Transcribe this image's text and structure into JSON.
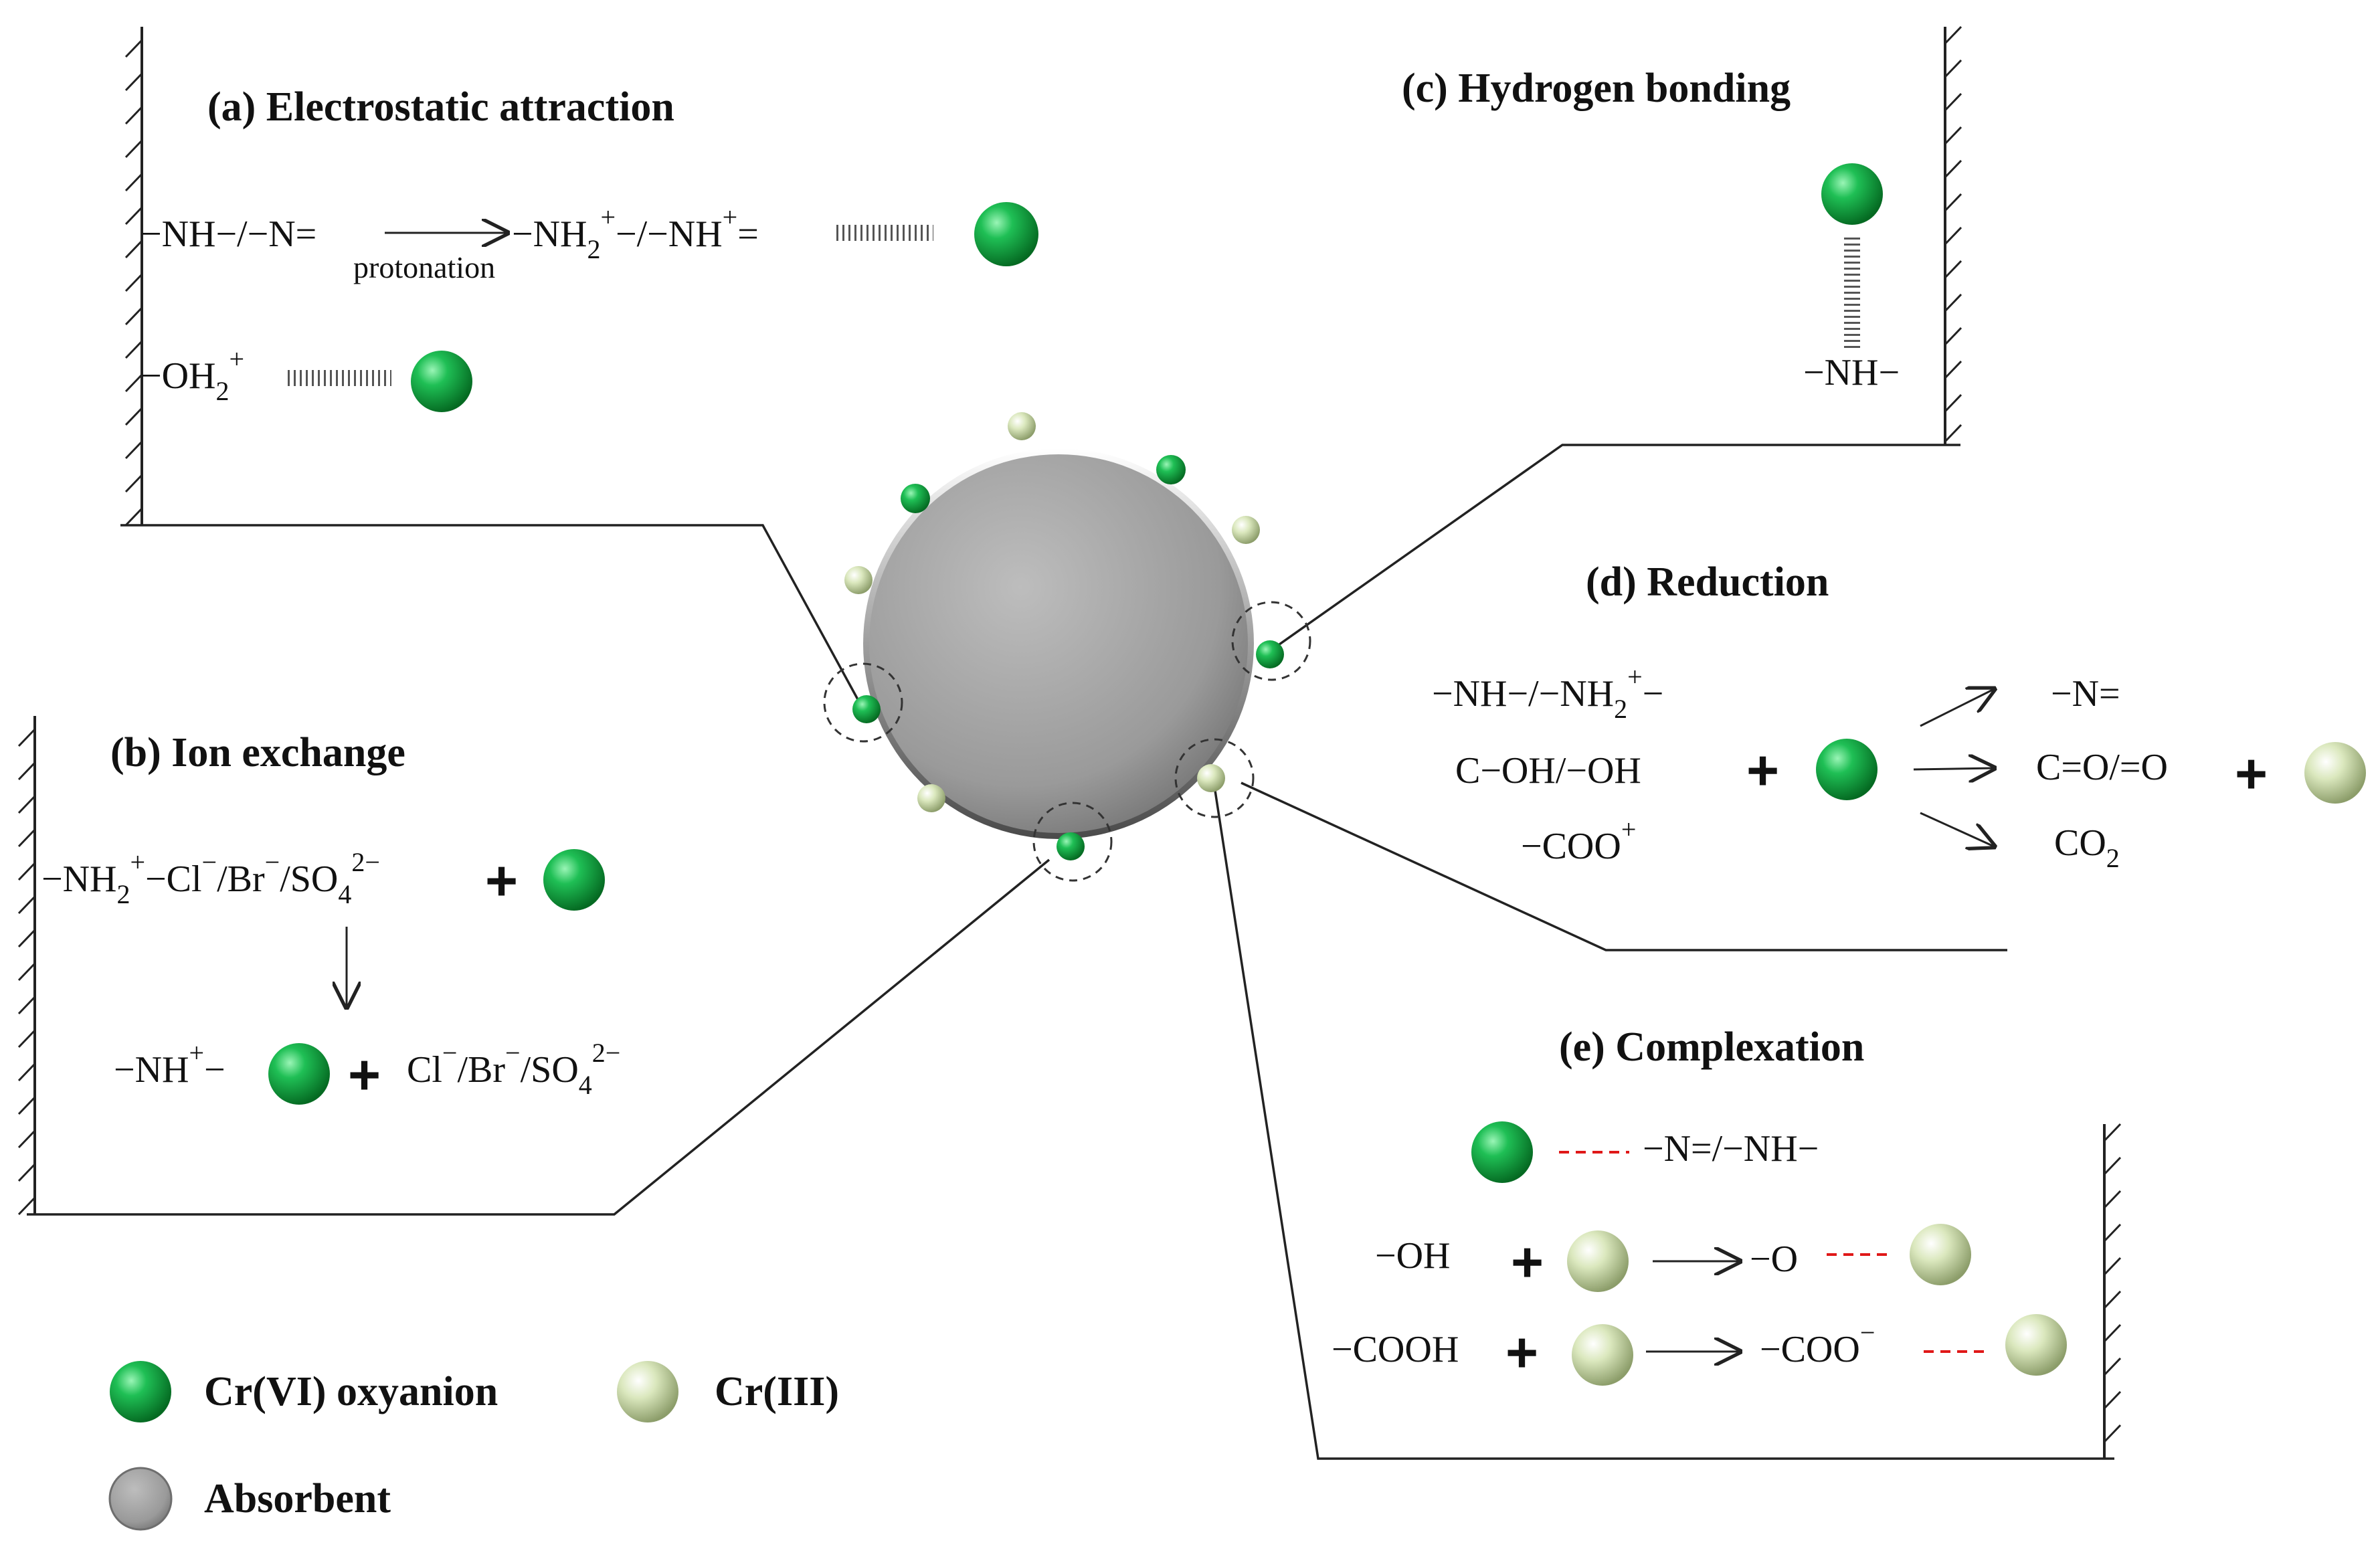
{
  "colors": {
    "cr6": "#0a9a3a",
    "cr3": "#c8d9a2",
    "absorbent": "#9b9b9b",
    "complex_bond": "#e01818",
    "line": "#222222"
  },
  "panels": {
    "a": {
      "title": "(a) Electrostatic attraction",
      "reactant": "−NH−/−N=",
      "arrow_label": "protonation",
      "product_part1": "−NH",
      "product_sub": "2",
      "product_sup": "+",
      "product_part2": "−/−NH",
      "product_sup2": "+",
      "product_end": "=",
      "row2_main": "−OH",
      "row2_sub": "2",
      "row2_sup": "+"
    },
    "b": {
      "title": "(b) Ion exchange",
      "r1_a": "−NH",
      "r1_sub": "2",
      "r1_sup": "+",
      "r1_b": "−Cl",
      "r1_c": "−",
      "r1_d": "/Br",
      "r1_e": "−",
      "r1_f": "/SO",
      "r1_sub2": "4",
      "r1_sup2": "2−",
      "plus": "+",
      "p_a": "−NH",
      "p_sup": "+",
      "p_b": "−",
      "p_c": "Cl",
      "p_d": "−",
      "p_e": "/Br",
      "p_f": "−",
      "p_g": "/SO",
      "p_sub": "4",
      "p_sup2": "2−"
    },
    "c": {
      "title": "(c) Hydrogen bonding",
      "group": "−NH−"
    },
    "d": {
      "title": "(d) Reduction",
      "r1_a": "−NH−/−NH",
      "r1_sub": "2",
      "r1_sup": "+",
      "r1_b": "−",
      "r2": "C−OH/−OH",
      "r3_a": "−COO",
      "r3_sup": "+",
      "p1": "−N=",
      "p2": "C=O/=O",
      "p3_a": "CO",
      "p3_sub": "2",
      "plus": "+"
    },
    "e": {
      "title": "(e) Complexation",
      "row1_group": "−N=/−NH−",
      "row2_reactant": "−OH",
      "row2_product": "−O",
      "row3_reactant": "−COOH",
      "row3_product": "−COO",
      "row3_sup": "−",
      "plus": "+"
    }
  },
  "legend": {
    "cr6": "Cr(VI) oxyanion",
    "cr3": "Cr(III)",
    "absorbent": "Absorbent"
  }
}
